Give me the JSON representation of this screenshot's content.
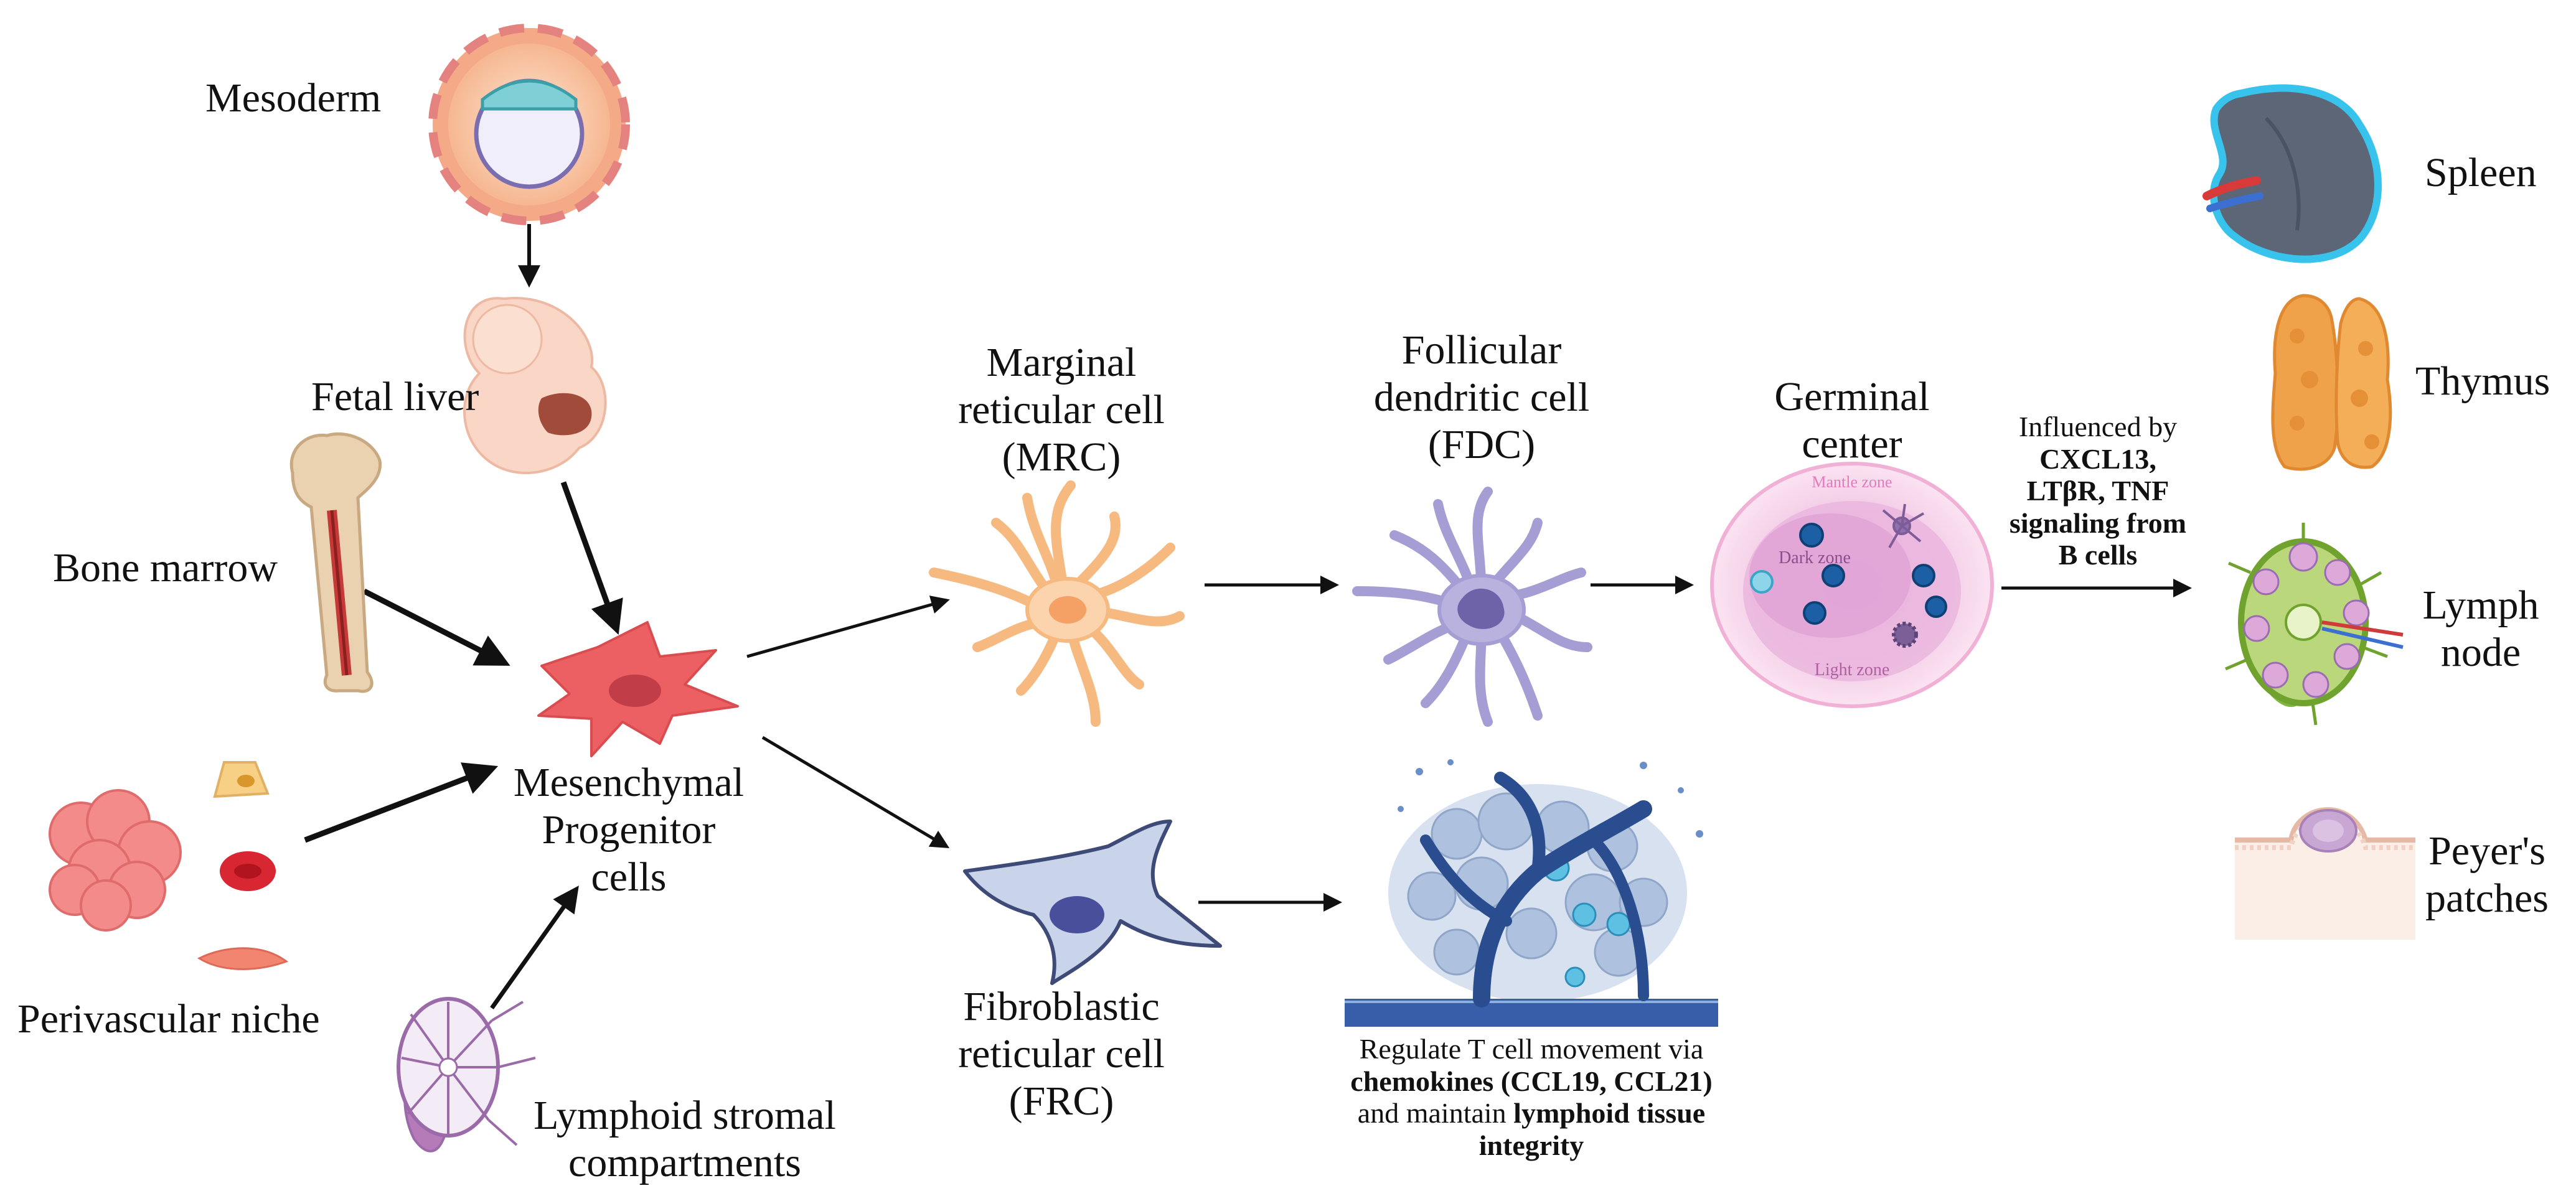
{
  "sources": {
    "mesoderm": "Mesoderm",
    "fetal_liver": "Fetal liver",
    "bone_marrow": "Bone marrow",
    "perivascular_niche": "Perivascular niche",
    "lymphoid_stromal_1": "Lymphoid stromal",
    "lymphoid_stromal_2": "compartments"
  },
  "progenitor": {
    "line1": "Mesenchymal",
    "line2": "Progenitor",
    "line3": "cells"
  },
  "mrc": {
    "line1": "Marginal",
    "line2": "reticular cell",
    "line3": "(MRC)"
  },
  "fdc": {
    "line1": "Follicular",
    "line2": "dendritic cell",
    "line3": "(FDC)"
  },
  "frc": {
    "line1": "Fibroblastic",
    "line2": "reticular cell",
    "line3": "(FRC)"
  },
  "germinal_center": {
    "line1": "Germinal",
    "line2": "center",
    "mantle_zone": "Mantle zone",
    "dark_zone": "Dark zone",
    "light_zone": "Light zone"
  },
  "influence": {
    "line1": "Influenced by",
    "line2": "CXCL13,",
    "line3": "LTβR, TNF",
    "line4": "signaling from",
    "line5": "B cells"
  },
  "frc_function": {
    "line1": "Regulate T cell movement via",
    "line2": "chemokines (CCL19, CCL21)",
    "line3a": "and maintain ",
    "line3b": "lymphoid tissue",
    "line4": "integrity"
  },
  "organs": {
    "spleen": "Spleen",
    "thymus": "Thymus",
    "lymph_node_1": "Lymph",
    "lymph_node_2": "node",
    "peyers_1": "Peyer's",
    "peyers_2": "patches"
  },
  "colors": {
    "progenitor": "#e85a5e",
    "mrc": "#f6b980",
    "fdc": "#9b94d0",
    "frc": "#c9d3ea",
    "germinal_center": "#f3c6e2",
    "spleen": "#5d6677",
    "thymus": "#f0a24a",
    "lymph_node": "#7fb63d"
  }
}
